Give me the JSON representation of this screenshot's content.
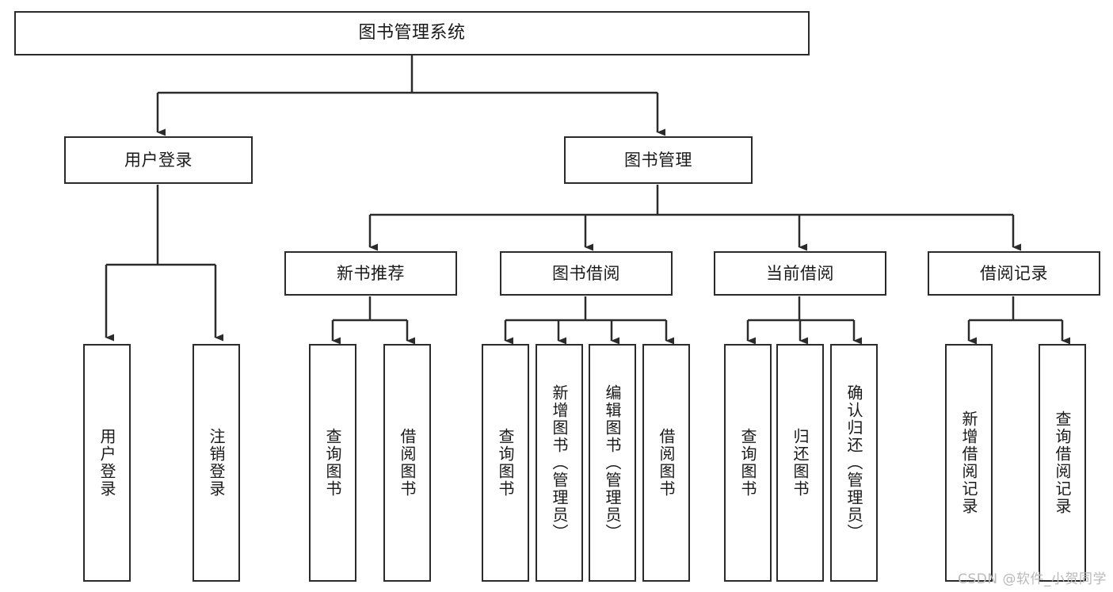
{
  "diagram": {
    "title": "图书管理系统",
    "type": "tree-hierarchy-functional-structure",
    "colors": {
      "background": "#ffffff",
      "node_border": "#2b2b2b",
      "node_fill": "#ffffff",
      "connector": "#2b2b2b",
      "text": "#1a1a1a",
      "watermark": "#b9b9b9"
    },
    "root": {
      "label": "图书管理系统"
    },
    "level2": [
      {
        "label": "用户登录"
      },
      {
        "label": "图书管理"
      }
    ],
    "level3": [
      {
        "label": "新书推荐"
      },
      {
        "label": "图书借阅"
      },
      {
        "label": "当前借阅"
      },
      {
        "label": "借阅记录"
      }
    ],
    "leaves": {
      "user_login": [
        {
          "label": "用户登录"
        },
        {
          "label": "注销登录"
        }
      ],
      "new_book_recommend": [
        {
          "label": "查询图书"
        },
        {
          "label": "借阅图书"
        }
      ],
      "book_borrow": [
        {
          "label": "查询图书"
        },
        {
          "label": "新增图书（管理员）"
        },
        {
          "label": "编辑图书（管理员）"
        },
        {
          "label": "借阅图书"
        }
      ],
      "current_borrow": [
        {
          "label": "查询图书"
        },
        {
          "label": "归还图书"
        },
        {
          "label": "确认归还（管理员）"
        }
      ],
      "borrow_record": [
        {
          "label": "新增借阅记录"
        },
        {
          "label": "查询借阅记录"
        }
      ]
    }
  },
  "watermark": {
    "text": "CSDN @软件_小贺同学"
  }
}
